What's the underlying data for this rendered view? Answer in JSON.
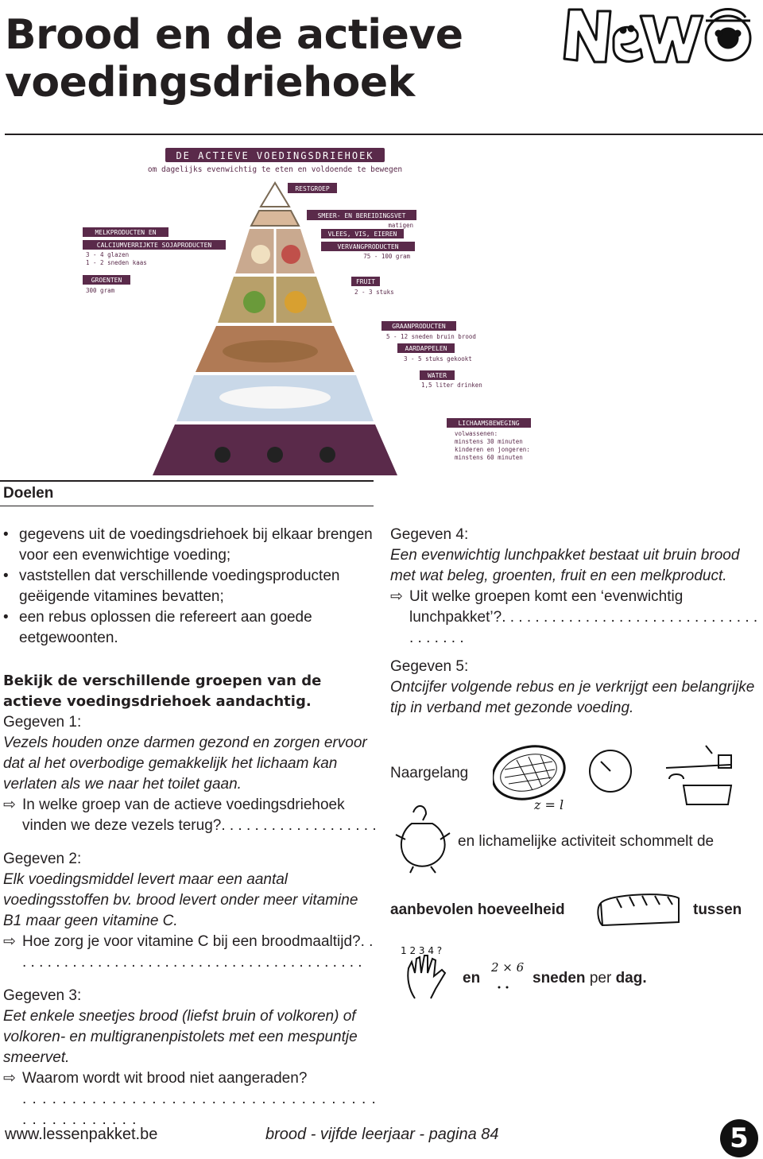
{
  "title": "Brood en de actieve voedingsdriehoek",
  "pyramid": {
    "heading": "DE ACTIEVE VOEDINGSDRIEHOEK",
    "subheading": "om dagelijks evenwichtig te eten en voldoende te bewegen",
    "restgroep": "RESTGROEP",
    "smeer": "SMEER- EN BEREIDINGSVET",
    "smeer_amount": "matigen",
    "vlees": "VLEES, VIS, EIEREN",
    "vervang": "VERVANGPRODUCTEN",
    "vlees_amount": "75 - 100 gram",
    "melk1": "MELKPRODUCTEN EN",
    "melk2": "CALCIUMVERRIJKTE SOJAPRODUCTEN",
    "melk_amount1": "3 - 4 glazen",
    "melk_amount2": "1 - 2 sneden kaas",
    "groenten": "GROENTEN",
    "groenten_amount": "300 gram",
    "fruit": "FRUIT",
    "fruit_amount": "2 - 3 stuks",
    "graan": "GRAANPRODUCTEN",
    "graan_amount": "5 - 12 sneden bruin brood",
    "aardappelen": "AARDAPPELEN",
    "aardappelen_amount": "3 - 5 stuks gekookt",
    "water": "WATER",
    "water_amount": "1,5 liter drinken",
    "beweging": "LICHAAMSBEWEGING",
    "beweging_l1": "volwassenen:",
    "beweging_l2": "minstens 30 minuten",
    "beweging_l3": "kinderen en jongeren:",
    "beweging_l4": "minstens 60 minuten",
    "colors": {
      "tier_fill": "#c9a98f",
      "label_bg": "#5a2a4a",
      "bg": "#ffffff"
    }
  },
  "doelen": {
    "heading": "Doelen",
    "items": [
      "gegevens uit de voedingsdriehoek bij elkaar brengen voor een evenwichtige voeding;",
      "vaststellen dat verschillende voedingsproducten geëigende vitamines bevatten;",
      "een rebus oplossen die refereert aan goede eetgewoonten."
    ]
  },
  "bekijk": "Bekijk de verschillende groepen van de actieve voedingsdriehoek aandachtig.",
  "g1": {
    "label": "Gegeven 1:",
    "text": "Vezels houden onze darmen gezond en zorgen ervoor dat al het overbodige gemakkelijk het lichaam kan verlaten als we naar het toilet gaan.",
    "question": "In welke groep van de actieve voedingsdriehoek vinden we deze vezels terug?. . . . . . . . . . . . . . . . . . ."
  },
  "g2": {
    "label": "Gegeven 2:",
    "text": "Elk voedingsmiddel levert maar een aantal voedingsstoffen bv. brood levert onder meer vitamine B1 maar geen vitamine C.",
    "question": "Hoe zorg je voor vitamine C bij een broodmaaltijd?. . . . . . . . . . . . . . . . . . . . . . . . . . . . . . . . . . . . . . . . . . ."
  },
  "g3": {
    "label": "Gegeven 3:",
    "text": "Eet enkele sneetjes brood (liefst bruin of volkoren) of volkoren- en multigranenpistolets met een mespuntje smeervet.",
    "question": "Waarom wordt wit brood niet aangeraden?",
    "dots": ". . . . . . . . . . . . . . . . . . . . . . . . . . . . . . . . . . . . . . . . . . . . . . . ."
  },
  "g4": {
    "label": "Gegeven 4:",
    "text": "Een evenwichtig lunchpakket bestaat uit bruin brood met wat beleg, groenten, fruit en een melkproduct.",
    "question": "Uit welke groepen komt een ‘evenwichtig lunchpakket’?. . . . . . . . . . . . . . . . . . . . . . . . . . . . . . . . . . . . . ."
  },
  "g5": {
    "label": "Gegeven 5:",
    "text": "Ontcijfer volgende rebus en je verkrijgt een belangrijke tip in verband met gezonde voeding."
  },
  "rebus": {
    "naargelang": "Naargelang",
    "zl": "z = l",
    "lichamelijke": "en lichamelijke activiteit schommelt de",
    "aanbevolen": "aanbevolen hoeveelheid",
    "tussen": "tussen",
    "en": "en",
    "two_x_six": "2 × 6",
    "sneden": "sneden",
    "per": "per",
    "dag": "dag.",
    "fingers": "1 2 3 4 ?"
  },
  "footer": {
    "url": "www.lessenpakket.be",
    "mid": "brood - vijfde  leerjaar - pagina 84",
    "page": "5"
  }
}
